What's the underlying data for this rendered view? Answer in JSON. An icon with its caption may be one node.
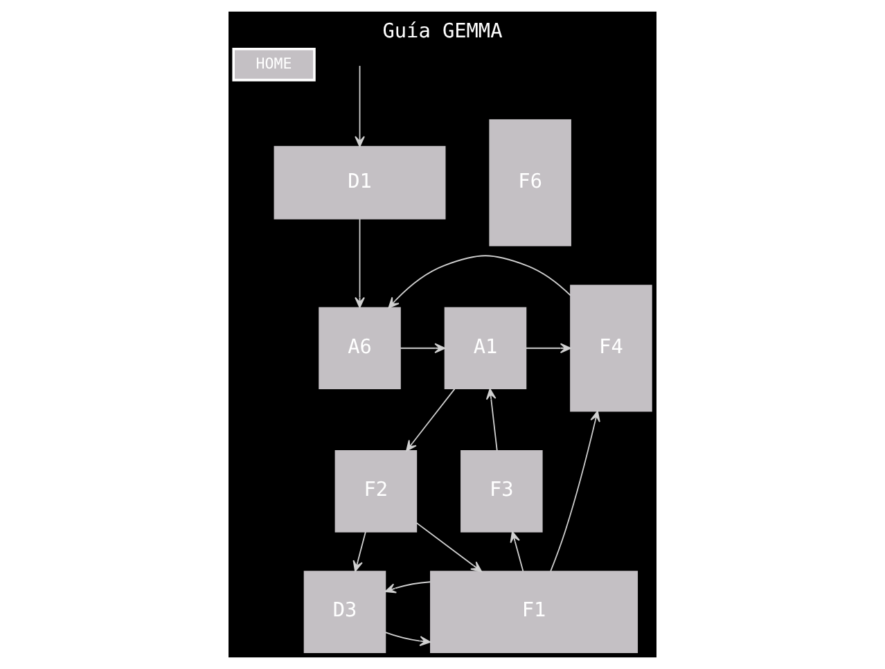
{
  "diagram": {
    "title": "Guía GEMMA",
    "nodes": [
      {
        "text": [
          "HOME"
        ]
      },
      {
        "text": [
          "A6"
        ]
      },
      {
        "text": [
          "A1"
        ]
      },
      {
        "text": [
          "F4"
        ]
      },
      {
        "text": [
          "F2"
        ]
      },
      {
        "text": [
          "F3"
        ]
      },
      {
        "text": [
          "D3"
        ]
      },
      {
        "text": [
          "F1"
        ]
      },
      {
        "text": [
          "F6"
        ]
      },
      {
        "text": [
          "D1"
        ]
      }
    ],
    "edges": [
      {
        "from": 1,
        "to": 2,
        "arrow": "to"
      },
      {
        "from": 2,
        "to": 3,
        "arrow": "to"
      },
      {
        "from": 5,
        "to": 2,
        "arrow": "to"
      },
      {
        "from": 2,
        "to": 4,
        "arrow": "to"
      },
      {
        "from": 3,
        "to": 1,
        "arrow": "to"
      },
      {
        "from": 4,
        "to": 6,
        "arrow": "to"
      },
      {
        "from": 4,
        "to": 7,
        "arrow": "to"
      },
      {
        "from": 7,
        "to": 5,
        "arrow": "to"
      },
      {
        "from": 6,
        "to": 7,
        "arrow": "to"
      },
      {
        "from": 7,
        "to": 6,
        "arrow": "to"
      },
      {
        "from": 7,
        "to": 3,
        "arrow": "to"
      },
      {
        "from": null,
        "to": 9,
        "arrow": "to"
      },
      {
        "from": 9,
        "to": 1,
        "arrow": "to"
      }
    ]
  }
}
